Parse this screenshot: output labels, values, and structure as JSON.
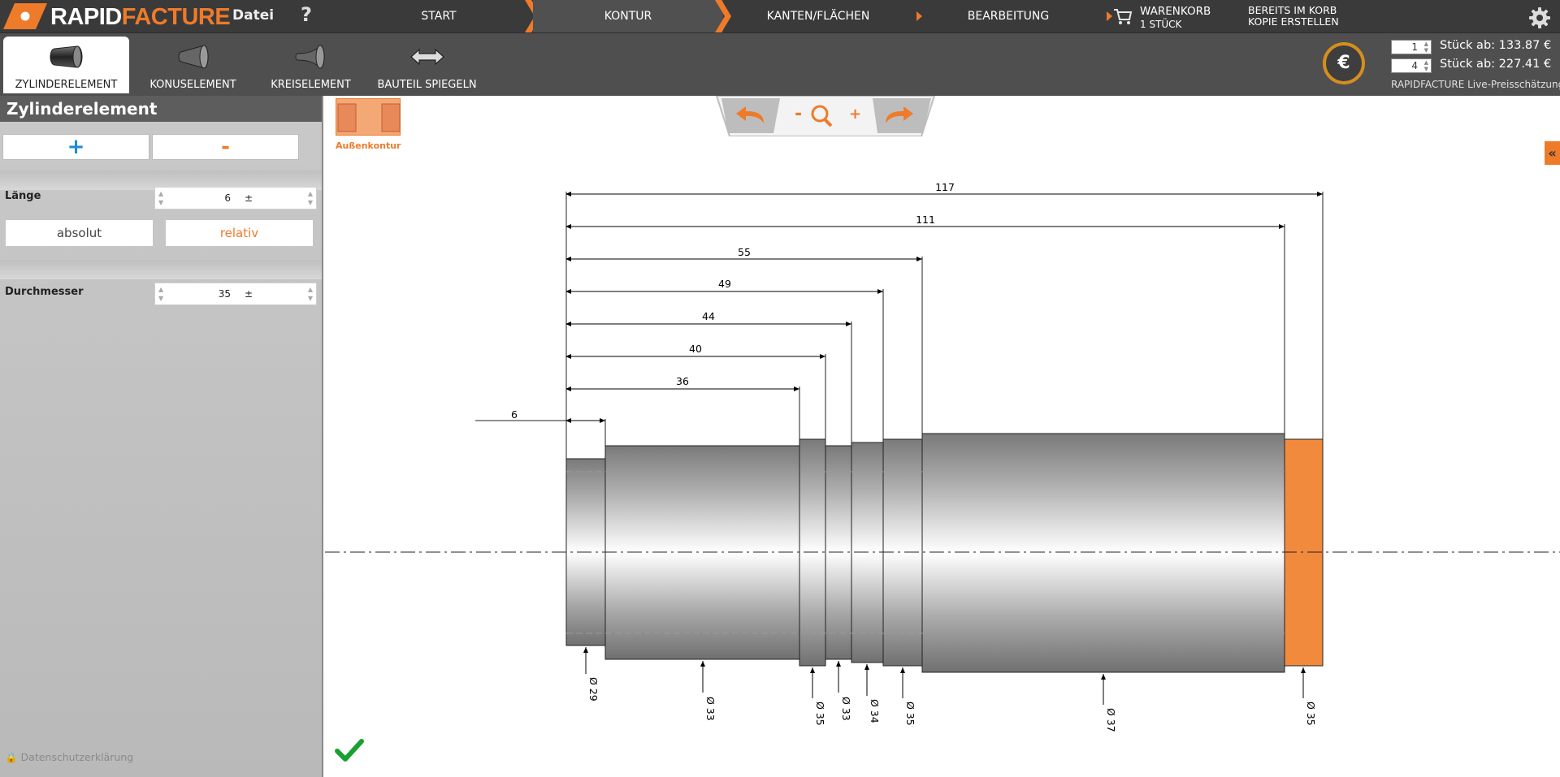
{
  "header": {
    "logo_rapid": "RAPID",
    "logo_facture": "FACTURE",
    "menu_datei": "Datei",
    "menu_help": "?",
    "steps": [
      "START",
      "KONTUR",
      "KANTEN/FLÄCHEN",
      "BEARBEITUNG"
    ],
    "active_step": "KONTUR",
    "cart_title": "WARENKORB",
    "cart_count": "1 STÜCK",
    "already_in_cart": "BEREITS IM KORB",
    "create_copy": "KOPIE ERSTELLEN"
  },
  "toolbar": {
    "tools": [
      "ZYLINDERELEMENT",
      "KONUSELEMENT",
      "KREISELEMENT",
      "BAUTEIL SPIEGELN"
    ],
    "active_tool": "ZYLINDERELEMENT",
    "euro_symbol": "€",
    "price_rows": [
      {
        "qty": "1",
        "label": "Stück ab: 133.87 €"
      },
      {
        "qty": "4",
        "label": "Stück ab: 227.41 €"
      }
    ],
    "live_estimate": "RAPIDFACTURE Live-Preisschätzung"
  },
  "sidebar": {
    "title": "Zylinderelement",
    "plus": "+",
    "minus": "-",
    "length_label": "Länge",
    "length_value": "6",
    "tolerance_symbol": "±",
    "mode_absolute": "absolut",
    "mode_relative": "relativ",
    "diameter_label": "Durchmesser",
    "diameter_value": "35",
    "privacy": "Datenschutzerklärung"
  },
  "canvas": {
    "contour_label": "Außenkontur",
    "zoom_minus": "-",
    "zoom_plus": "+",
    "collapse": "«",
    "dimensions_length": [
      "117",
      "111",
      "55",
      "49",
      "44",
      "40",
      "36",
      "6"
    ],
    "diameters": [
      "Ø 29",
      "Ø 33",
      "Ø 35",
      "Ø 33",
      "Ø 34",
      "Ø 35",
      "Ø 37",
      "Ø 35"
    ]
  },
  "colors": {
    "brand_orange": "#ee7b2a",
    "header_bg": "#3a3a3a",
    "toolbar_bg": "#4f4f4f",
    "accent_blue": "#1e8ad6",
    "confirm_green": "#1aa032"
  }
}
